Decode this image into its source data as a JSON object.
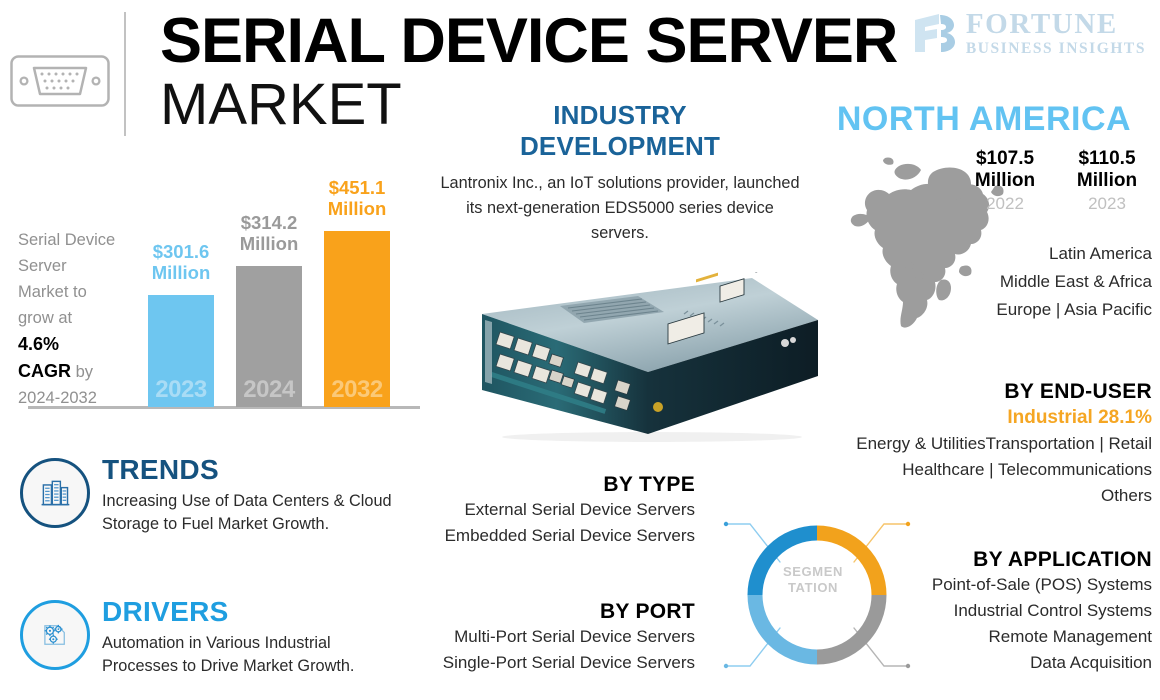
{
  "header": {
    "title_line1": "SERIAL DEVICE SERVER",
    "title_line2": "MARKET",
    "connector_icon": "serial-db9-connector-icon"
  },
  "logo": {
    "name": "FORTUNE",
    "tagline": "BUSINESS INSIGHTS",
    "color": "#c3d9e8"
  },
  "chart_data": {
    "type": "bar",
    "title": "Serial Device Server Market",
    "categories": [
      "2023",
      "2024",
      "2032"
    ],
    "values": [
      301.6,
      314.2,
      451.1
    ],
    "value_labels": [
      "$301.6\nMillion",
      "$314.2\nMillion",
      "$451.1\nMillion"
    ],
    "unit": "USD Million",
    "colors": [
      "#6ec6f0",
      "#a0a0a0",
      "#f9a21b"
    ],
    "year_label_colors": [
      "#aadcf6",
      "#c4c4c4",
      "#fbc873"
    ],
    "xlabel": "",
    "ylabel": "",
    "grid": false,
    "legend": false,
    "caption_lines": [
      "Serial Device",
      "Server",
      "Market to",
      "grow at"
    ],
    "caption_cagr": "4.6%",
    "caption_cagr_word": "CAGR",
    "caption_by": "by",
    "caption_period": "2024-2032"
  },
  "industry_development": {
    "heading_line1": "INDUSTRY",
    "heading_line2": "DEVELOPMENT",
    "body": "Lantronix Inc., an IoT solutions provider, launched its next-generation EDS5000 series device servers.",
    "heading_color": "#1a6399"
  },
  "device_photo": {
    "caption": "serial device server hardware photo"
  },
  "region": {
    "heading": "NORTH AMERICA",
    "heading_color": "#62c3f2",
    "values": [
      {
        "amount": "$107.5",
        "unit": "Million",
        "year": "2022"
      },
      {
        "amount": "$110.5",
        "unit": "Million",
        "year": "2023"
      }
    ],
    "other_regions": [
      "Latin America",
      "Middle East & Africa",
      "Europe  |  Asia Pacific"
    ]
  },
  "trends": {
    "title": "TRENDS",
    "text": "Increasing Use of Data Centers & Cloud Storage to Fuel Market Growth.",
    "icon": "data-center-buildings-icon",
    "color": "#15527f"
  },
  "drivers": {
    "title": "DRIVERS",
    "text": "Automation in Various Industrial Processes to Drive Market Growth.",
    "icon": "automation-gears-icon",
    "color": "#1f9ee0"
  },
  "by_type": {
    "heading": "BY TYPE",
    "items": [
      "External Serial Device Servers",
      "Embedded Serial Device Servers"
    ]
  },
  "by_port": {
    "heading": "BY PORT",
    "items": [
      "Multi-Port Serial Device Servers",
      "Single-Port Serial Device Servers"
    ]
  },
  "by_end_user": {
    "heading": "BY END-USER",
    "lead": "Industrial 28.1%",
    "lead_color": "#f5a623",
    "items": [
      "Energy & UtilitiesTransportation  |  Retail",
      "Healthcare  |  Telecommunications",
      "Others"
    ]
  },
  "by_application": {
    "heading": "BY APPLICATION",
    "items": [
      "Point-of-Sale (POS) Systems",
      "Industrial Control Systems",
      "Remote Management",
      "Data Acquisition"
    ]
  },
  "segmentation": {
    "label_line1": "SEGMEN",
    "label_line2": "TATION",
    "segment_colors": [
      "#1f8fce",
      "#f2a21c",
      "#9a9a9a",
      "#6ab8e3"
    ]
  }
}
